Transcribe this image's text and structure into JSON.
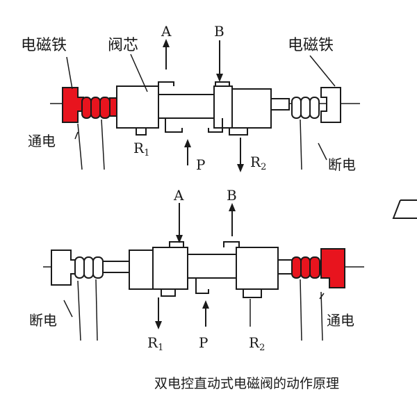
{
  "colors": {
    "energized": "#e8141e",
    "line": "#1a1a1a"
  },
  "top": {
    "left_magnet": "电磁铁",
    "spool": "阀芯",
    "right_magnet": "电磁铁",
    "port_a": "A",
    "port_b": "B",
    "port_p": "P",
    "port_r1": "R",
    "port_r1_sub": "1",
    "port_r2": "R",
    "port_r2_sub": "2",
    "left_state": "通电",
    "right_state": "断电"
  },
  "bottom": {
    "port_a": "A",
    "port_b": "B",
    "port_p": "P",
    "port_r1": "R",
    "port_r1_sub": "1",
    "port_r2": "R",
    "port_r2_sub": "2",
    "left_state": "断电",
    "right_state": "通电"
  },
  "caption": "双电控直动式电磁阀的动作原理"
}
